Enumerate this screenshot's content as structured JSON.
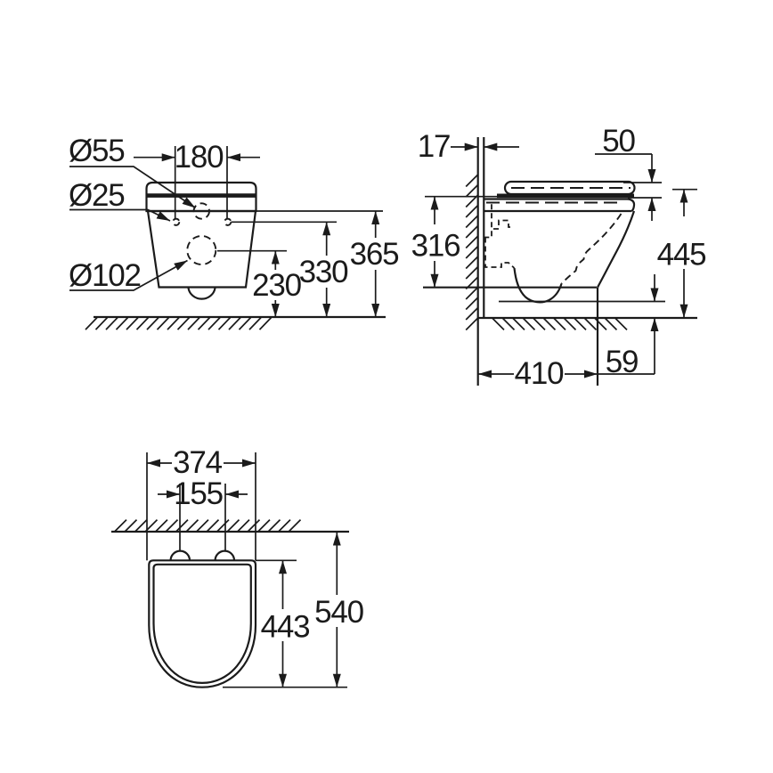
{
  "drawing": {
    "type": "technical-dimension-drawing",
    "subject": "wall-hung-toilet",
    "background_color": "#ffffff",
    "line_color": "#1b1b1b"
  },
  "dimensions": {
    "front_view": {
      "seat_hole_diameter": "Ø55",
      "fixing_hole_diameter": "Ø25",
      "flush_hole_diameter": "Ø102",
      "hinge_width": "180",
      "height_rim": "365",
      "height_fixing_holes": "330",
      "height_flush_hole": "230"
    },
    "side_view": {
      "wall_gap": "17",
      "seat_stack_height": "50",
      "rim_to_underside": "316",
      "total_height": "445",
      "depth": "410",
      "underside_to_floor": "59"
    },
    "top_view": {
      "bowl_width": "374",
      "hinge_spacing": "155",
      "bowl_depth": "443",
      "total_depth": "540"
    }
  }
}
